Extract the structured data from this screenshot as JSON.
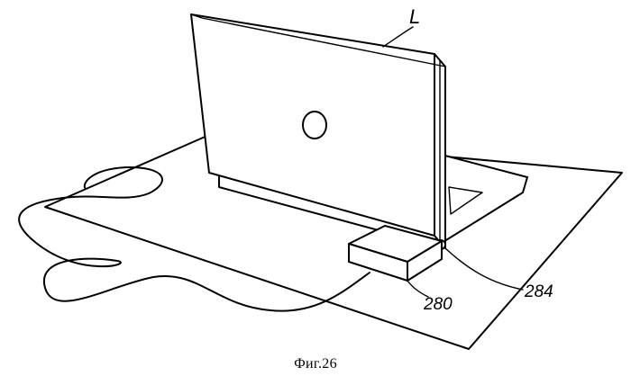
{
  "figure": {
    "caption": "Фиг.26",
    "reference_labels": {
      "device": "L",
      "module": "280",
      "port": "284"
    }
  }
}
